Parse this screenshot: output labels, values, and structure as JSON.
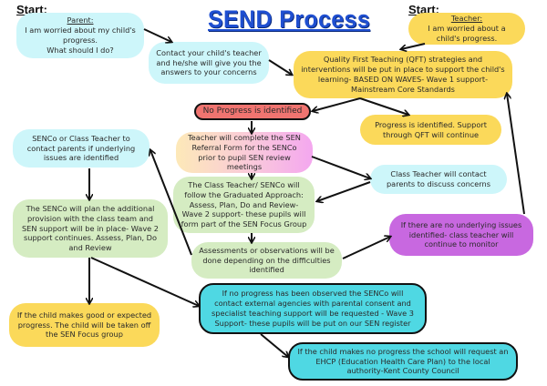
{
  "title": "SEND Process",
  "start_labels": {
    "left": "Start:",
    "right": "Start:"
  },
  "nodes": {
    "parent": {
      "heading": "Parent:",
      "text": "I am worried about my child's progress.",
      "text2": "What should I do?"
    },
    "contact_teacher": {
      "text": "Contact your child's teacher and he/she will give you the answers to your concerns"
    },
    "teacher_start": {
      "heading": "Teacher:",
      "text": "I am worried about a child's progress."
    },
    "qft": {
      "text": "Quality First Teaching (QFT) strategies and interventions will be put in place to support the child's learning- BASED ON WAVES- Wave 1 support-Mainstream Core Standards"
    },
    "no_progress": {
      "text": "No Progress is identified"
    },
    "progress_identified": {
      "text": "Progress is identified. Support through QFT will continue"
    },
    "referral_form": {
      "text": "Teacher will complete the SEN Referral Form for the SENCo prior to pupil SEN review meetings"
    },
    "class_teacher_contact": {
      "text": "Class Teacher will contact parents to discuss concerns"
    },
    "senco_contact_parents": {
      "text": "SENCo or Class Teacher to contact parents if underlying issues are identified"
    },
    "graduated_approach": {
      "text": "The Class Teacher/ SENCo will follow the Graduated Approach: Assess, Plan, Do and Review- Wave 2 support- these pupils will form part of the SEN Focus Group"
    },
    "senco_plan": {
      "text": "The SENCo will plan the additional provision with the class team and SEN support will be in place- Wave 2 support continues. Assess, Plan, Do and Review"
    },
    "assessments": {
      "text": "Assessments  or observations will be done depending on the difficulties identified"
    },
    "no_underlying": {
      "text": "If there are no underlying issues identified- class teacher will continue to monitor"
    },
    "external_agencies": {
      "text": "If no progress has been observed the SENCo will contact external agencies with parental consent and specialist teaching support will be requested - Wave 3 Support- these pupils will be put on our SEN register"
    },
    "good_progress": {
      "text": "If the child makes good or expected progress. The child will be taken off the SEN Focus group"
    },
    "ehcp": {
      "text": "If the child makes no progress the school will request an EHCP (Education Health Care Plan) to the local authority-Kent County Council"
    }
  },
  "colors": {
    "title": "#1f4fd1",
    "cyan": "#cdf6fa",
    "yellow": "#fbd95a",
    "green": "#d5ecc2",
    "red": "#f07470",
    "purple": "#c868e0",
    "teal": "#4fd8e3"
  }
}
